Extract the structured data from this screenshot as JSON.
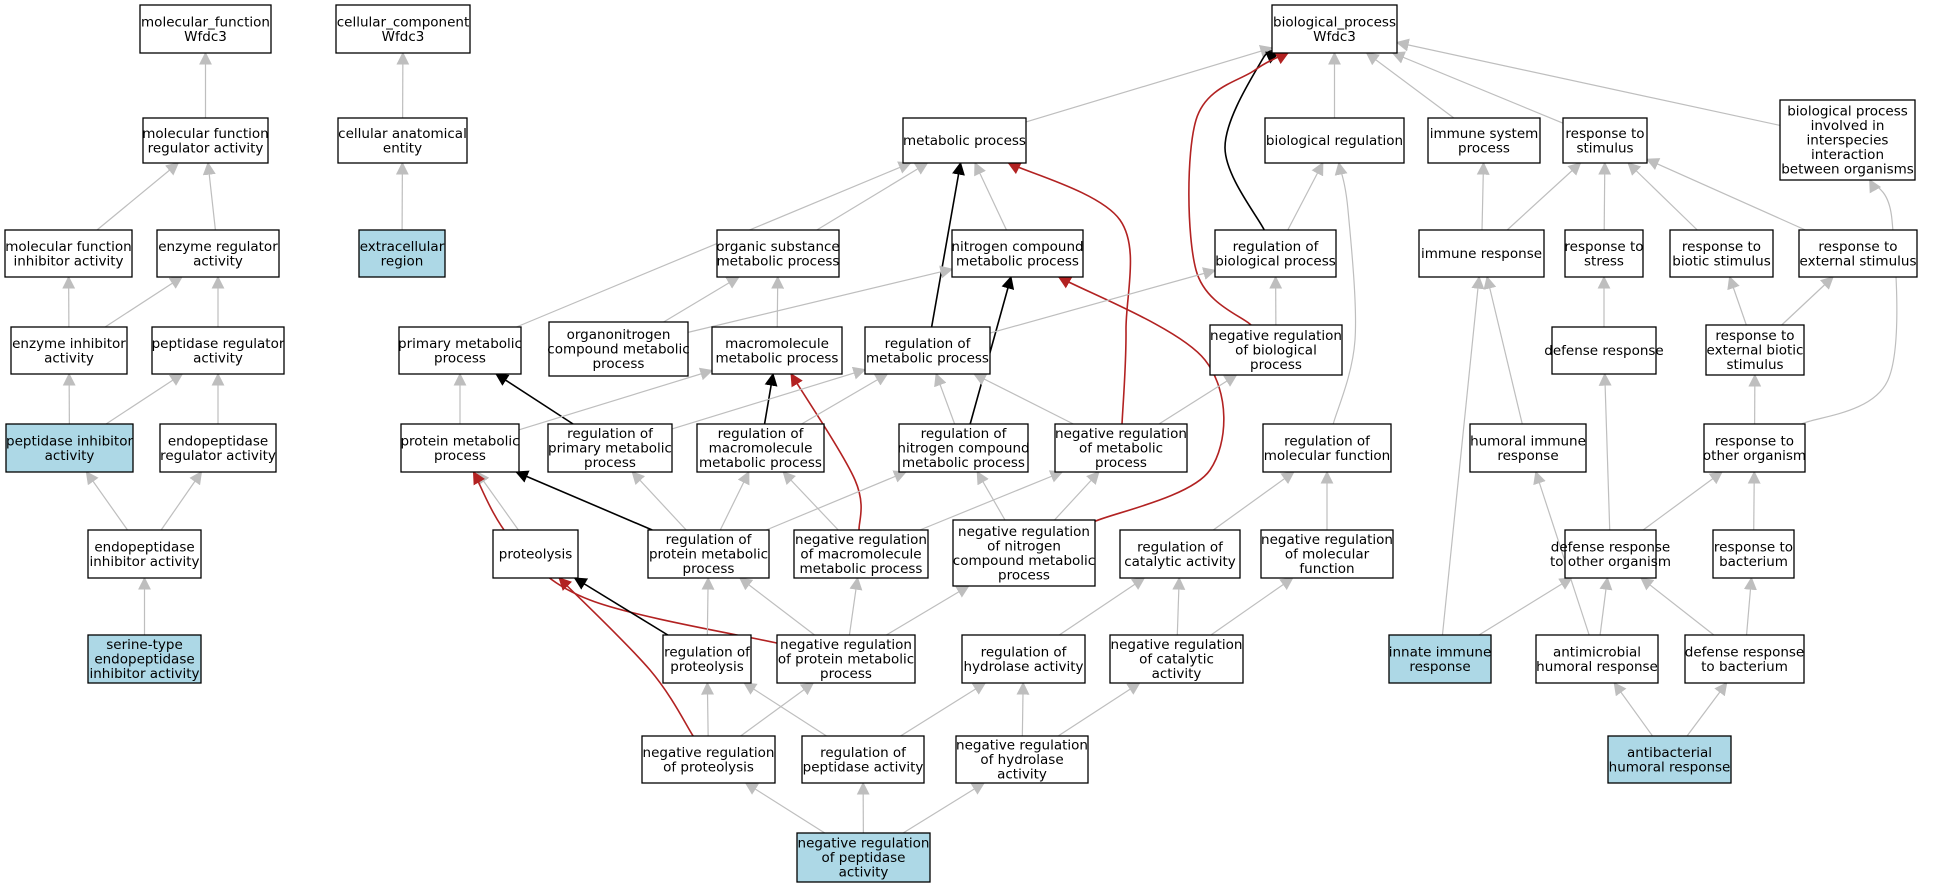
{
  "colors": {
    "node_fill": "#ffffff",
    "highlight_fill": "#add8e6",
    "edge_gray": "#bebebe",
    "edge_black": "#000000",
    "edge_red": "#b22222"
  },
  "nodes": [
    {
      "id": "mf",
      "lines": [
        "molecular_function",
        "Wfdc3"
      ],
      "highlight": false
    },
    {
      "id": "cc",
      "lines": [
        "cellular_component",
        "Wfdc3"
      ],
      "highlight": false
    },
    {
      "id": "bp",
      "lines": [
        "biological_process",
        "Wfdc3"
      ],
      "highlight": false
    },
    {
      "id": "mfra",
      "lines": [
        "molecular function",
        "regulator activity"
      ],
      "highlight": false
    },
    {
      "id": "cae",
      "lines": [
        "cellular anatomical",
        "entity"
      ],
      "highlight": false
    },
    {
      "id": "mp",
      "lines": [
        "metabolic process"
      ],
      "highlight": false
    },
    {
      "id": "breg",
      "lines": [
        "biological regulation"
      ],
      "highlight": false
    },
    {
      "id": "isp",
      "lines": [
        "immune system",
        "process"
      ],
      "highlight": false
    },
    {
      "id": "rts",
      "lines": [
        "response to",
        "stimulus"
      ],
      "highlight": false
    },
    {
      "id": "bpint",
      "lines": [
        "biological process",
        "involved in",
        "interspecies",
        "interaction",
        "between organisms"
      ],
      "highlight": false
    },
    {
      "id": "mfia",
      "lines": [
        "molecular function",
        "inhibitor activity"
      ],
      "highlight": false
    },
    {
      "id": "era",
      "lines": [
        "enzyme regulator",
        "activity"
      ],
      "highlight": false
    },
    {
      "id": "ecr",
      "lines": [
        "extracellular",
        "region"
      ],
      "highlight": true
    },
    {
      "id": "osmp",
      "lines": [
        "organic substance",
        "metabolic process"
      ],
      "highlight": false
    },
    {
      "id": "ncmp",
      "lines": [
        "nitrogen compound",
        "metabolic process"
      ],
      "highlight": false
    },
    {
      "id": "rbp",
      "lines": [
        "regulation of",
        "biological process"
      ],
      "highlight": false
    },
    {
      "id": "ir",
      "lines": [
        "immune response"
      ],
      "highlight": false
    },
    {
      "id": "rtstress",
      "lines": [
        "response to",
        "stress"
      ],
      "highlight": false
    },
    {
      "id": "rtbs",
      "lines": [
        "response to",
        "biotic stimulus"
      ],
      "highlight": false
    },
    {
      "id": "rtes",
      "lines": [
        "response to",
        "external stimulus"
      ],
      "highlight": false
    },
    {
      "id": "eia",
      "lines": [
        "enzyme inhibitor",
        "activity"
      ],
      "highlight": false
    },
    {
      "id": "pra",
      "lines": [
        "peptidase regulator",
        "activity"
      ],
      "highlight": false
    },
    {
      "id": "pmp",
      "lines": [
        "primary metabolic",
        "process"
      ],
      "highlight": false
    },
    {
      "id": "oncmp",
      "lines": [
        "organonitrogen",
        "compound metabolic",
        "process"
      ],
      "highlight": false
    },
    {
      "id": "mmp",
      "lines": [
        "macromolecule",
        "metabolic process"
      ],
      "highlight": false
    },
    {
      "id": "rmp",
      "lines": [
        "regulation of",
        "metabolic process"
      ],
      "highlight": false
    },
    {
      "id": "nrbp",
      "lines": [
        "negative regulation",
        "of biological",
        "process"
      ],
      "highlight": false
    },
    {
      "id": "dr",
      "lines": [
        "defense response"
      ],
      "highlight": false
    },
    {
      "id": "rtebs",
      "lines": [
        "response to",
        "external biotic",
        "stimulus"
      ],
      "highlight": false
    },
    {
      "id": "pia",
      "lines": [
        "peptidase inhibitor",
        "activity"
      ],
      "highlight": true
    },
    {
      "id": "epra",
      "lines": [
        "endopeptidase",
        "regulator activity"
      ],
      "highlight": false
    },
    {
      "id": "protmp",
      "lines": [
        "protein metabolic",
        "process"
      ],
      "highlight": false
    },
    {
      "id": "rpmp",
      "lines": [
        "regulation of",
        "primary metabolic",
        "process"
      ],
      "highlight": false
    },
    {
      "id": "rmmp",
      "lines": [
        "regulation of",
        "macromolecule",
        "metabolic process"
      ],
      "highlight": false
    },
    {
      "id": "rncmp",
      "lines": [
        "regulation of",
        "nitrogen compound",
        "metabolic process"
      ],
      "highlight": false
    },
    {
      "id": "nrmp",
      "lines": [
        "negative regulation",
        "of metabolic",
        "process"
      ],
      "highlight": false
    },
    {
      "id": "rmf",
      "lines": [
        "regulation of",
        "molecular function"
      ],
      "highlight": false
    },
    {
      "id": "hir",
      "lines": [
        "humoral immune",
        "response"
      ],
      "highlight": false
    },
    {
      "id": "rtoo",
      "lines": [
        "response to",
        "other organism"
      ],
      "highlight": false
    },
    {
      "id": "epia",
      "lines": [
        "endopeptidase",
        "inhibitor activity"
      ],
      "highlight": false
    },
    {
      "id": "prot",
      "lines": [
        "proteolysis"
      ],
      "highlight": false
    },
    {
      "id": "rprotmp",
      "lines": [
        "regulation of",
        "protein metabolic",
        "process"
      ],
      "highlight": false
    },
    {
      "id": "nrmmp",
      "lines": [
        "negative regulation",
        "of macromolecule",
        "metabolic process"
      ],
      "highlight": false
    },
    {
      "id": "nrncmp",
      "lines": [
        "negative regulation",
        "of nitrogen",
        "compound metabolic",
        "process"
      ],
      "highlight": false
    },
    {
      "id": "rca",
      "lines": [
        "regulation of",
        "catalytic activity"
      ],
      "highlight": false
    },
    {
      "id": "nrmf",
      "lines": [
        "negative regulation",
        "of molecular",
        "function"
      ],
      "highlight": false
    },
    {
      "id": "drtoo",
      "lines": [
        "defense response",
        "to other organism"
      ],
      "highlight": false
    },
    {
      "id": "rtb",
      "lines": [
        "response to",
        "bacterium"
      ],
      "highlight": false
    },
    {
      "id": "stepia",
      "lines": [
        "serine-type",
        "endopeptidase",
        "inhibitor activity"
      ],
      "highlight": true
    },
    {
      "id": "rprot",
      "lines": [
        "regulation of",
        "proteolysis"
      ],
      "highlight": false
    },
    {
      "id": "nrprotmp",
      "lines": [
        "negative regulation",
        "of protein metabolic",
        "process"
      ],
      "highlight": false
    },
    {
      "id": "rha",
      "lines": [
        "regulation of",
        "hydrolase activity"
      ],
      "highlight": false
    },
    {
      "id": "nrca",
      "lines": [
        "negative regulation",
        "of catalytic",
        "activity"
      ],
      "highlight": false
    },
    {
      "id": "iir",
      "lines": [
        "innate immune",
        "response"
      ],
      "highlight": true
    },
    {
      "id": "ahr",
      "lines": [
        "antimicrobial",
        "humoral response"
      ],
      "highlight": false
    },
    {
      "id": "drtb",
      "lines": [
        "defense response",
        "to bacterium"
      ],
      "highlight": false
    },
    {
      "id": "nrprot",
      "lines": [
        "negative regulation",
        "of proteolysis"
      ],
      "highlight": false
    },
    {
      "id": "rpa",
      "lines": [
        "regulation of",
        "peptidase activity"
      ],
      "highlight": false
    },
    {
      "id": "nrha",
      "lines": [
        "negative regulation",
        "of hydrolase",
        "activity"
      ],
      "highlight": false
    },
    {
      "id": "abhr",
      "lines": [
        "antibacterial",
        "humoral response"
      ],
      "highlight": true
    },
    {
      "id": "nrpa",
      "lines": [
        "negative regulation",
        "of peptidase",
        "activity"
      ],
      "highlight": true
    }
  ],
  "edges": [
    {
      "from": "mfra",
      "to": "mf",
      "color": "gray"
    },
    {
      "from": "mfia",
      "to": "mfra",
      "color": "gray"
    },
    {
      "from": "era",
      "to": "mfra",
      "color": "gray"
    },
    {
      "from": "eia",
      "to": "mfia",
      "color": "gray"
    },
    {
      "from": "eia",
      "to": "era",
      "color": "gray"
    },
    {
      "from": "pra",
      "to": "era",
      "color": "gray"
    },
    {
      "from": "pia",
      "to": "eia",
      "color": "gray"
    },
    {
      "from": "pia",
      "to": "pra",
      "color": "gray"
    },
    {
      "from": "epra",
      "to": "pra",
      "color": "gray"
    },
    {
      "from": "epia",
      "to": "pia",
      "color": "gray"
    },
    {
      "from": "epia",
      "to": "epra",
      "color": "gray"
    },
    {
      "from": "stepia",
      "to": "epia",
      "color": "gray"
    },
    {
      "from": "cae",
      "to": "cc",
      "color": "gray"
    },
    {
      "from": "ecr",
      "to": "cae",
      "color": "gray"
    },
    {
      "from": "mp",
      "to": "bp",
      "color": "gray"
    },
    {
      "from": "breg",
      "to": "bp",
      "color": "gray"
    },
    {
      "from": "isp",
      "to": "bp",
      "color": "gray"
    },
    {
      "from": "rts",
      "to": "bp",
      "color": "gray"
    },
    {
      "from": "bpint",
      "to": "bp",
      "color": "gray"
    },
    {
      "from": "rbp",
      "to": "bp",
      "color": "black"
    },
    {
      "from": "nrbp",
      "to": "bp",
      "color": "red"
    },
    {
      "from": "osmp",
      "to": "mp",
      "color": "gray"
    },
    {
      "from": "ncmp",
      "to": "mp",
      "color": "gray"
    },
    {
      "from": "pmp",
      "to": "mp",
      "color": "gray"
    },
    {
      "from": "rmp",
      "to": "mp",
      "color": "black"
    },
    {
      "from": "nrmp",
      "to": "mp",
      "color": "red"
    },
    {
      "from": "rbp",
      "to": "breg",
      "color": "gray"
    },
    {
      "from": "rmf",
      "to": "breg",
      "color": "gray"
    },
    {
      "from": "ir",
      "to": "isp",
      "color": "gray"
    },
    {
      "from": "ir",
      "to": "rts",
      "color": "gray"
    },
    {
      "from": "rtstress",
      "to": "rts",
      "color": "gray"
    },
    {
      "from": "rtbs",
      "to": "rts",
      "color": "gray"
    },
    {
      "from": "rtes",
      "to": "rts",
      "color": "gray"
    },
    {
      "from": "rtoo",
      "to": "bpint",
      "color": "gray"
    },
    {
      "from": "oncmp",
      "to": "osmp",
      "color": "gray"
    },
    {
      "from": "mmp",
      "to": "osmp",
      "color": "gray"
    },
    {
      "from": "oncmp",
      "to": "ncmp",
      "color": "gray"
    },
    {
      "from": "rncmp",
      "to": "ncmp",
      "color": "black"
    },
    {
      "from": "nrncmp",
      "to": "ncmp",
      "color": "red"
    },
    {
      "from": "rmp",
      "to": "rbp",
      "color": "gray"
    },
    {
      "from": "nrbp",
      "to": "rbp",
      "color": "gray"
    },
    {
      "from": "protmp",
      "to": "pmp",
      "color": "gray"
    },
    {
      "from": "rpmp",
      "to": "pmp",
      "color": "black"
    },
    {
      "from": "protmp",
      "to": "mmp",
      "color": "gray"
    },
    {
      "from": "rmmp",
      "to": "mmp",
      "color": "black"
    },
    {
      "from": "nrmmp",
      "to": "mmp",
      "color": "red"
    },
    {
      "from": "rpmp",
      "to": "rmp",
      "color": "gray"
    },
    {
      "from": "rmmp",
      "to": "rmp",
      "color": "gray"
    },
    {
      "from": "rncmp",
      "to": "rmp",
      "color": "gray"
    },
    {
      "from": "nrmp",
      "to": "rmp",
      "color": "gray"
    },
    {
      "from": "nrmp",
      "to": "nrbp",
      "color": "gray"
    },
    {
      "from": "prot",
      "to": "protmp",
      "color": "gray"
    },
    {
      "from": "rprotmp",
      "to": "protmp",
      "color": "black"
    },
    {
      "from": "nrprotmp",
      "to": "protmp",
      "color": "red"
    },
    {
      "from": "rprotmp",
      "to": "rpmp",
      "color": "gray"
    },
    {
      "from": "rprotmp",
      "to": "rmmp",
      "color": "gray"
    },
    {
      "from": "nrmmp",
      "to": "rmmp",
      "color": "gray"
    },
    {
      "from": "rprotmp",
      "to": "rncmp",
      "color": "gray"
    },
    {
      "from": "nrncmp",
      "to": "rncmp",
      "color": "gray"
    },
    {
      "from": "nrmmp",
      "to": "nrmp",
      "color": "gray"
    },
    {
      "from": "nrncmp",
      "to": "nrmp",
      "color": "gray"
    },
    {
      "from": "rprot",
      "to": "prot",
      "color": "black"
    },
    {
      "from": "nrprot",
      "to": "prot",
      "color": "red"
    },
    {
      "from": "rprot",
      "to": "rprotmp",
      "color": "gray"
    },
    {
      "from": "nrprotmp",
      "to": "rprotmp",
      "color": "gray"
    },
    {
      "from": "nrprotmp",
      "to": "nrmmp",
      "color": "gray"
    },
    {
      "from": "nrprotmp",
      "to": "nrncmp",
      "color": "gray"
    },
    {
      "from": "nrprot",
      "to": "rprot",
      "color": "gray"
    },
    {
      "from": "nrprot",
      "to": "nrprotmp",
      "color": "gray"
    },
    {
      "from": "rpa",
      "to": "rprot",
      "color": "gray"
    },
    {
      "from": "rca",
      "to": "rmf",
      "color": "gray"
    },
    {
      "from": "nrmf",
      "to": "rmf",
      "color": "gray"
    },
    {
      "from": "rha",
      "to": "rca",
      "color": "gray"
    },
    {
      "from": "nrca",
      "to": "rca",
      "color": "gray"
    },
    {
      "from": "nrca",
      "to": "nrmf",
      "color": "gray"
    },
    {
      "from": "rpa",
      "to": "rha",
      "color": "gray"
    },
    {
      "from": "nrha",
      "to": "rha",
      "color": "gray"
    },
    {
      "from": "nrha",
      "to": "nrca",
      "color": "gray"
    },
    {
      "from": "nrpa",
      "to": "nrprot",
      "color": "gray"
    },
    {
      "from": "nrpa",
      "to": "rpa",
      "color": "gray"
    },
    {
      "from": "nrpa",
      "to": "nrha",
      "color": "gray"
    },
    {
      "from": "iir",
      "to": "ir",
      "color": "gray"
    },
    {
      "from": "hir",
      "to": "ir",
      "color": "gray"
    },
    {
      "from": "dr",
      "to": "rtstress",
      "color": "gray"
    },
    {
      "from": "rtebs",
      "to": "rtbs",
      "color": "gray"
    },
    {
      "from": "rtebs",
      "to": "rtes",
      "color": "gray"
    },
    {
      "from": "rtoo",
      "to": "rtebs",
      "color": "gray"
    },
    {
      "from": "drtoo",
      "to": "dr",
      "color": "gray"
    },
    {
      "from": "drtoo",
      "to": "rtoo",
      "color": "gray"
    },
    {
      "from": "rtb",
      "to": "rtoo",
      "color": "gray"
    },
    {
      "from": "iir",
      "to": "drtoo",
      "color": "gray"
    },
    {
      "from": "ahr",
      "to": "drtoo",
      "color": "gray"
    },
    {
      "from": "ahr",
      "to": "hir",
      "color": "gray"
    },
    {
      "from": "drtb",
      "to": "drtoo",
      "color": "gray"
    },
    {
      "from": "drtb",
      "to": "rtb",
      "color": "gray"
    },
    {
      "from": "abhr",
      "to": "ahr",
      "color": "gray"
    },
    {
      "from": "abhr",
      "to": "drtb",
      "color": "gray"
    }
  ]
}
